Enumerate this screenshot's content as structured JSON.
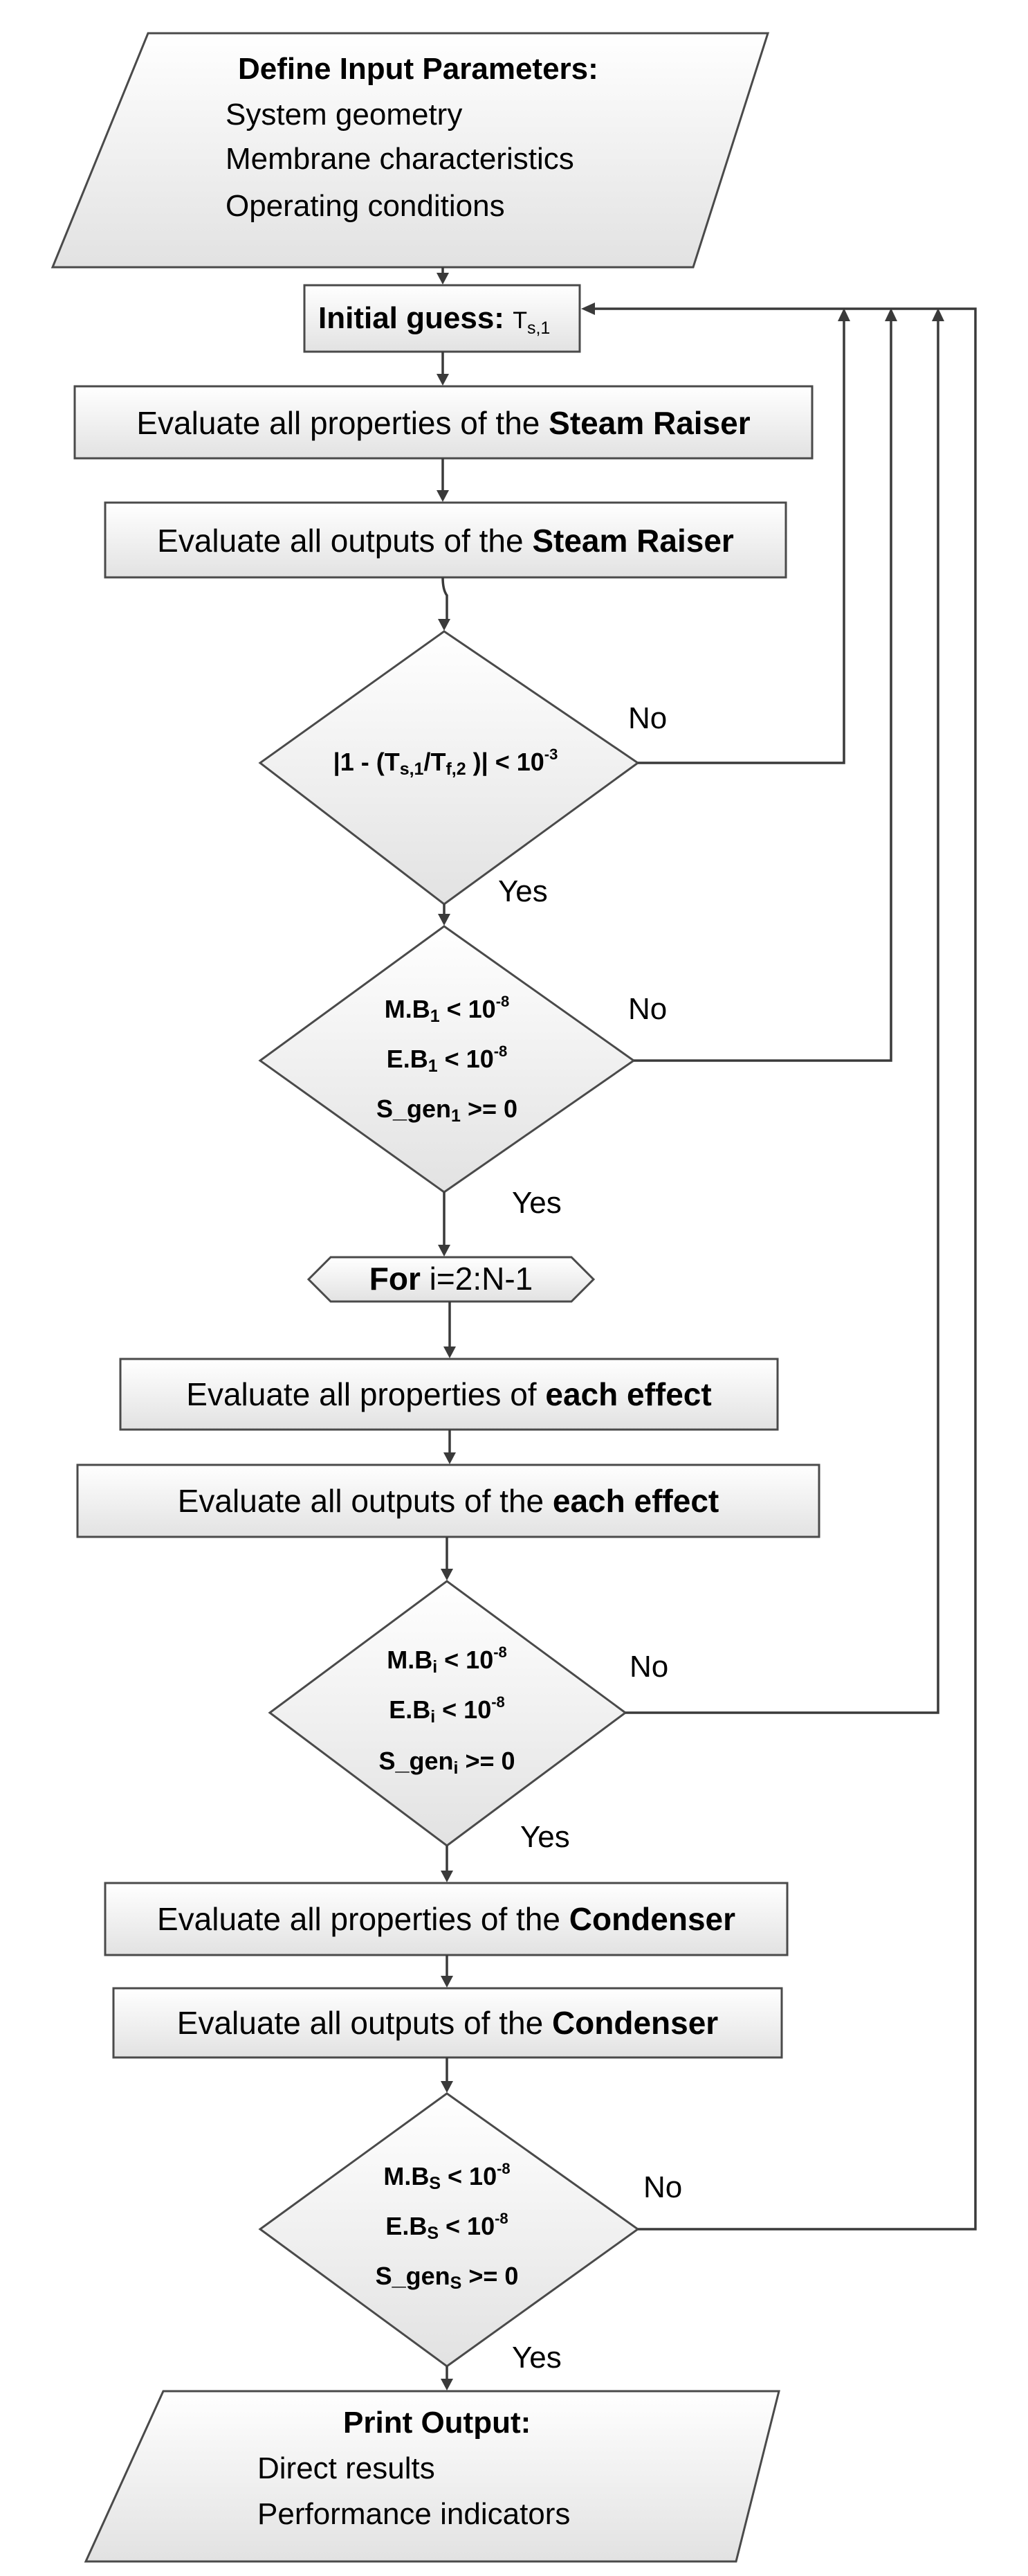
{
  "input": {
    "title": "Define Input Parameters:",
    "items": [
      "System geometry",
      "Membrane characteristics",
      "Operating conditions"
    ]
  },
  "guess": {
    "label": "Initial guess:",
    "var": "T",
    "var_sub": "s,1"
  },
  "steam_raiser": {
    "properties": {
      "text": "Evaluate all properties of the ",
      "bold": "Steam Raiser"
    },
    "outputs": {
      "text": "Evaluate all outputs of the ",
      "bold": "Steam Raiser"
    }
  },
  "check1": {
    "open": "|1 - (T",
    "sub_a": "s,1",
    "mid": "/T",
    "sub_b": "f,2",
    "close": " )| < 10",
    "exp": "-3",
    "no": "No",
    "yes": "Yes"
  },
  "check2": {
    "mb": "M.B",
    "mb_sub": "1",
    "mb_tail": " < 10",
    "mb_exp": "-8",
    "eb": "E.B",
    "eb_sub": "1",
    "eb_tail": " < 10",
    "eb_exp": "-8",
    "sg": "S_gen",
    "sg_sub": "1",
    "sg_tail": " >= 0",
    "no": "No",
    "yes": "Yes"
  },
  "loop": {
    "keyword": "For",
    "range": " i=2:N-1"
  },
  "effect": {
    "properties": {
      "text": "Evaluate all properties of ",
      "bold": "each effect"
    },
    "outputs": {
      "text": "Evaluate all outputs of the ",
      "bold": "each effect"
    }
  },
  "check3": {
    "mb": "M.B",
    "mb_sub": "i",
    "mb_tail": " < 10",
    "mb_exp": "-8",
    "eb": "E.B",
    "eb_sub": "i",
    "eb_tail": " < 10",
    "eb_exp": "-8",
    "sg": "S_gen",
    "sg_sub": "i",
    "sg_tail": " >= 0",
    "no": "No",
    "yes": "Yes"
  },
  "condenser": {
    "properties": {
      "text": "Evaluate all properties of the ",
      "bold": "Condenser"
    },
    "outputs": {
      "text": "Evaluate all outputs of the ",
      "bold": "Condenser"
    }
  },
  "check4": {
    "mb": "M.B",
    "mb_sub": "S",
    "mb_tail": " < 10",
    "mb_exp": "-8",
    "eb": "E.B",
    "eb_sub": "S",
    "eb_tail": " < 10",
    "eb_exp": "-8",
    "sg": "S_gen",
    "sg_sub": "S",
    "sg_tail": " >= 0",
    "no": "No",
    "yes": "Yes"
  },
  "output": {
    "title": "Print Output:",
    "items": [
      "Direct results",
      "Performance indicators"
    ]
  },
  "colors": {
    "stroke": "#4a4a4a",
    "fill_top": "#ffffff",
    "fill_bottom": "#e2e2e2",
    "line": "#3a3a3a"
  }
}
